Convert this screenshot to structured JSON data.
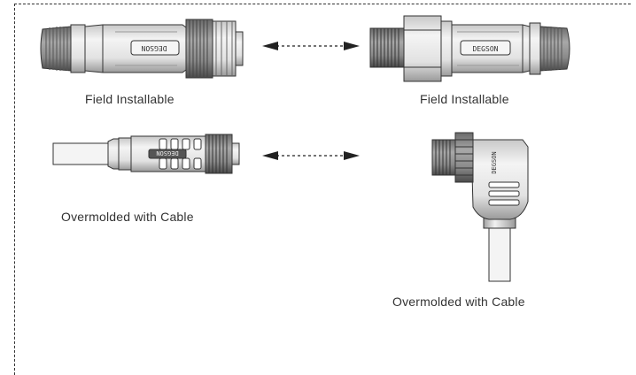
{
  "connectors": [
    {
      "id": "top-left",
      "caption": "Field Installable",
      "brand": "DEGSON"
    },
    {
      "id": "top-right",
      "caption": "Field Installable",
      "brand": "DEGSON"
    },
    {
      "id": "bottom-left",
      "caption": "Overmolded with Cable",
      "brand": "DEGSON"
    },
    {
      "id": "bottom-right",
      "caption": "Overmolded with Cable",
      "brand": "DEGSON"
    }
  ],
  "colors": {
    "line": "#333333",
    "body": "#e6e6e6",
    "dark": "#777777",
    "mid": "#bdbdbd"
  }
}
